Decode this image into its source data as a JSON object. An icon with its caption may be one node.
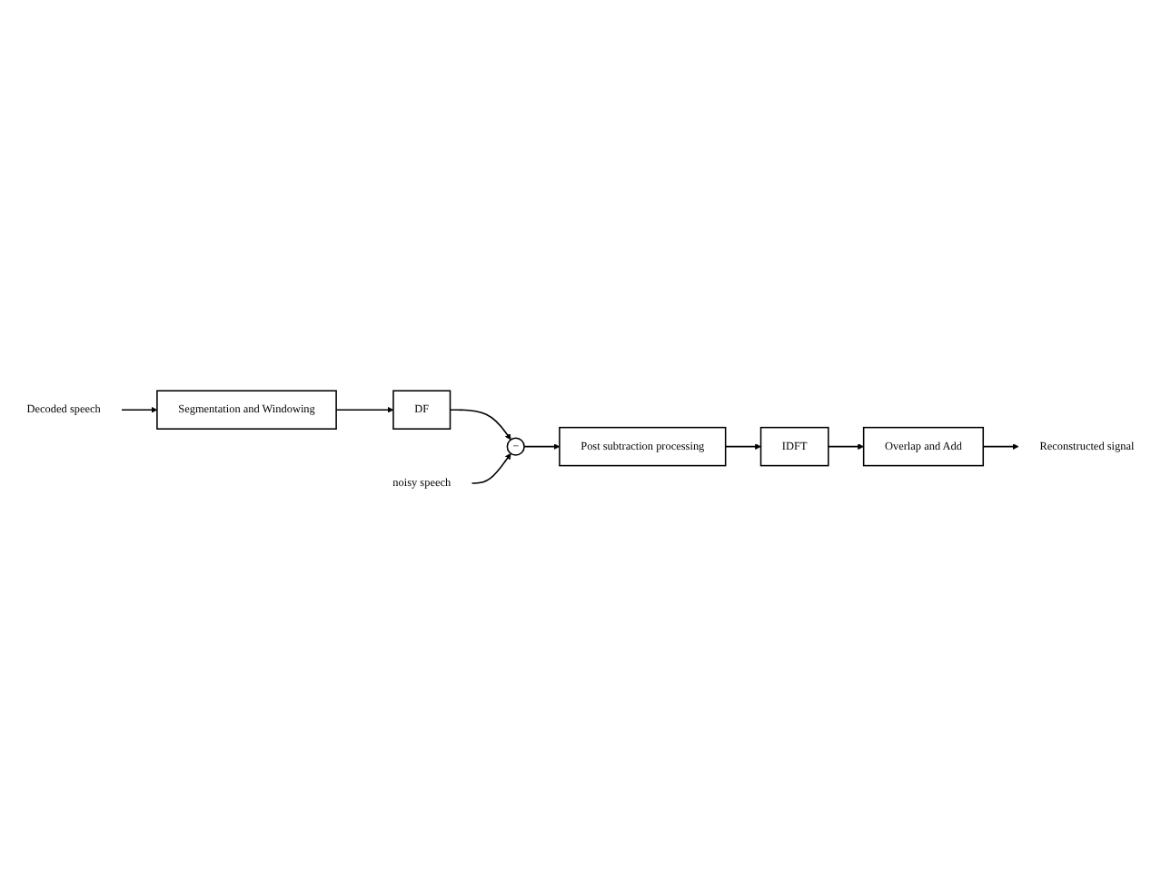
{
  "diagram": {
    "nodes": [
      {
        "text": [
          "Decoded speech"
        ]
      },
      {
        "text": [
          "Segmentation and Windowing"
        ]
      },
      {
        "text": [
          "DF"
        ]
      },
      {
        "text": [
          "noisy speech"
        ]
      },
      {
        "text": [
          "−"
        ]
      },
      {
        "text": [
          "Post subtraction processing"
        ]
      },
      {
        "text": [
          "IDFT"
        ]
      },
      {
        "text": [
          "Overlap and Add"
        ]
      },
      {
        "text": [
          "Reconstructed signal"
        ]
      }
    ],
    "edges": [
      {
        "from": 0,
        "to": 1,
        "arrow": "to"
      },
      {
        "from": 1,
        "to": 2,
        "arrow": "to"
      },
      {
        "from": 2,
        "to": 4,
        "arrow": "to"
      },
      {
        "from": 3,
        "to": 4,
        "arrow": "to"
      },
      {
        "from": 4,
        "to": 5,
        "arrow": "to"
      },
      {
        "from": 5,
        "to": 6,
        "arrow": "to"
      },
      {
        "from": 6,
        "to": 7,
        "arrow": "to"
      },
      {
        "from": 7,
        "to": 8,
        "arrow": "to"
      }
    ]
  }
}
